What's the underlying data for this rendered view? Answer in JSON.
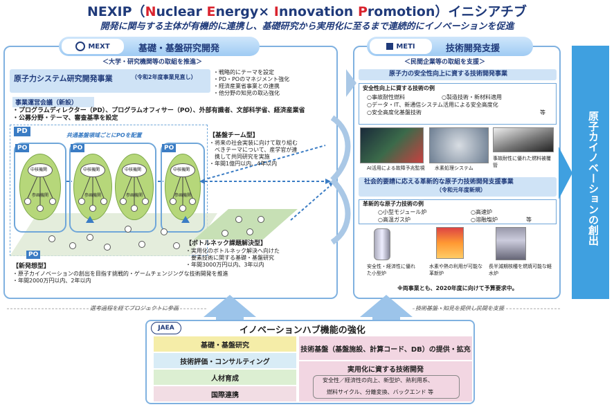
{
  "title": {
    "part1": "NEXIP（",
    "n": "N",
    "uclear": "uclear ",
    "e": "E",
    "nergy": "nergy× ",
    "i": "I",
    "nnovation": "nnovation ",
    "p": "P",
    "romotion": "romotion）イニシアチブ"
  },
  "subtitle": "開発に関与する主体が有機的に連携し、基礎研究から実用化に至るまで連続的にイノベーションを促進",
  "left_panel": {
    "logo": "MEXT",
    "header": "基礎・基盤研究開発",
    "sub": "＜大学・研究機関等の取組を推進＞",
    "program_title": "原子力システム研究開発事業",
    "program_note": "（令和2年度事業見直し）",
    "program_points": [
      "・戦略的にテーマを設定",
      "・PD・POのマネジメント強化",
      "・経済産業省事業との連携",
      "・他分野の知見の取込強化"
    ],
    "council_title": "事業運営会議（新設）",
    "council_items": [
      "・プログラムディレクター（PD）、プログラムオフィサー（PO）、外部有識者、文部科学省、経済産業省",
      "・公募分野・テーマ、審査基準を設定"
    ],
    "pd_label": "PD",
    "po_label": "PO",
    "po_note": "共通基盤領域ごとにPOを配置",
    "hub_node": "中核機関",
    "member_node": "参画機関",
    "foundation_team": {
      "title": "【基盤チーム型】",
      "lines": [
        "・将来の社会実装に向けて取り組む",
        "　べきテーマについて、産学官が連",
        "　携して共同研究を実施",
        "・年間1億円以内、4年以内"
      ]
    },
    "bottleneck": {
      "title": "【ボトルネック課題解決型】",
      "lines": [
        "・実用化のボトルネック解決へ向けた",
        "　要素技術に関する基礎・基盤研究",
        "・年間3000万円以内、3年以内"
      ]
    },
    "new_idea": {
      "title": "【新発想型】",
      "lines": [
        "・原子カイノベーションの創出を目指す挑戦的・ゲームチェンジングな技術開発を推進",
        "・年間2000万円以内、2年以内"
      ]
    }
  },
  "right_panel": {
    "logo": "METI",
    "header": "技術開発支援",
    "sub": "＜民間企業等の取組を支援＞",
    "safety_title": "原子力の安全性向上に資する技術開発事業",
    "safety_examples_title": "安全性向上に資する技術の例",
    "safety_examples": [
      "○事故耐性燃料",
      "○製造技術・新材料適用",
      "○データ・IT、新通信システム活用による安全高度化",
      "○安全高度化基盤技術",
      "等"
    ],
    "safety_images": [
      "AI活用による故障予兆監視",
      "水素処理システム",
      "事故耐性に優れた燃料被覆管"
    ],
    "innov_title": "社会的要請に応える革新的な原子力技術開発支援事業",
    "innov_note": "（令和元年度新規）",
    "innov_examples_title": "革新的な原子力技術の例",
    "innov_examples": [
      "○小型モジュール炉",
      "○高速炉",
      "○高温ガス炉",
      "○溶融塩炉",
      "等"
    ],
    "innov_images": [
      "安全性・経済性に優れた小型炉",
      "水素や熱の利用が可能な革新炉",
      "長半減期核種を燃焼可能な軽水炉"
    ],
    "footnote": "※両事業とも、2020年度に向けて予算要求中。"
  },
  "right_bar": "原子カイノベーションの創出",
  "flow_left": "選考過程を経てプロジェクトに参画",
  "flow_right": "技術基盤・知見を提供し民間を支援",
  "hub": {
    "logo": "JAEA",
    "title": "イノベーションハブ機能の強化",
    "left_items": [
      "基礎・基盤研究",
      "技術評価・コンサルティング",
      "人材育成",
      "国際連携"
    ],
    "right_top": "技術基盤（基盤施設、計算コード、DB）の提供・拡充",
    "right_mid": "実用化に資する技術開発",
    "right_lines": [
      "安全性／経済性の向上、新型炉、熱利用系、",
      "燃料サイクル、分離変換、バックエンド 等"
    ]
  }
}
